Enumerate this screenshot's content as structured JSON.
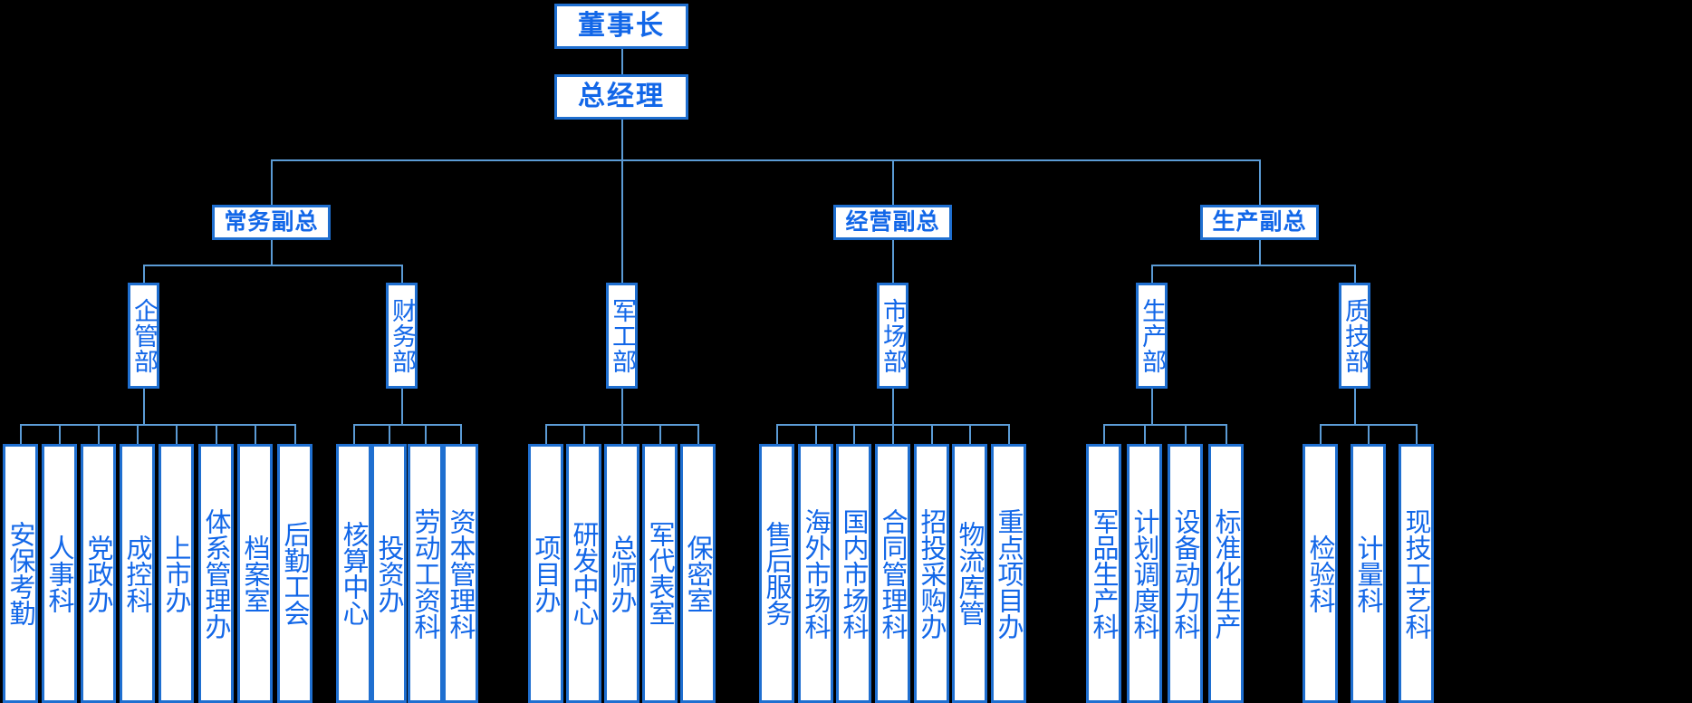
{
  "chart_data": {
    "type": "diagram",
    "title": "",
    "diagram_kind": "organization-chart",
    "orientation": "top-down",
    "colors": {
      "background": "#000000",
      "node_fill": "#ffffff",
      "node_border": "#1f6fd0",
      "node_text": "#1267e8",
      "connector": "#5b9bd5"
    }
  },
  "org": {
    "chairman": {
      "label": "董事长"
    },
    "general_manager": {
      "label": "总经理"
    },
    "vps": [
      {
        "label": "常务副总"
      },
      {
        "label": "经营副总"
      },
      {
        "label": "生产副总"
      }
    ],
    "departments": [
      {
        "label": "企管部"
      },
      {
        "label": "财务部"
      },
      {
        "label": "军工部"
      },
      {
        "label": "市场部"
      },
      {
        "label": "生产部"
      },
      {
        "label": "质技部"
      }
    ],
    "units": {
      "qiguanbu": [
        {
          "label": "安保考勤"
        },
        {
          "label": "人事科"
        },
        {
          "label": "党政办"
        },
        {
          "label": "成控科"
        },
        {
          "label": "上市办"
        },
        {
          "label": "体系管理办"
        },
        {
          "label": "档案室"
        },
        {
          "label": "后勤工会"
        }
      ],
      "caiwubu": [
        {
          "label": "核算中心"
        },
        {
          "label": "投资办"
        },
        {
          "label": "劳动工资科"
        },
        {
          "label": "资本管理科"
        }
      ],
      "jungongbu": [
        {
          "label": "项目办"
        },
        {
          "label": "研发中心"
        },
        {
          "label": "总师办"
        },
        {
          "label": "军代表室"
        },
        {
          "label": "保密室"
        }
      ],
      "shichangbu": [
        {
          "label": "售后服务"
        },
        {
          "label": "海外市场科"
        },
        {
          "label": "国内市场科"
        },
        {
          "label": "合同管理科"
        },
        {
          "label": "招投采购办"
        },
        {
          "label": "物流库管"
        },
        {
          "label": "重点项目办"
        }
      ],
      "shengchanbu": [
        {
          "label": "军品生产科"
        },
        {
          "label": "计划调度科"
        },
        {
          "label": "设备动力科"
        },
        {
          "label": "标准化生产"
        }
      ],
      "zhijibu": [
        {
          "label": "检验科"
        },
        {
          "label": "计量科"
        },
        {
          "label": "现技工艺科"
        }
      ]
    }
  }
}
